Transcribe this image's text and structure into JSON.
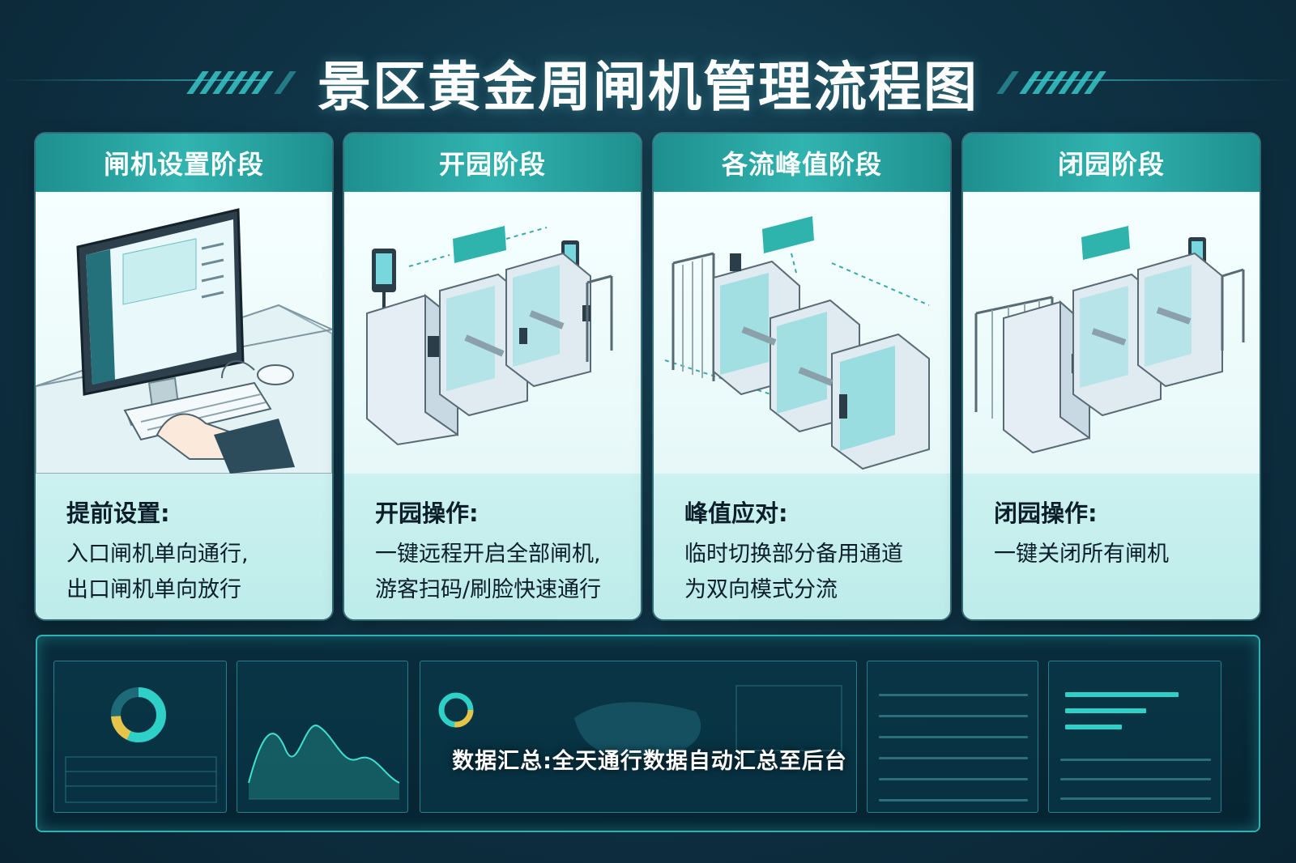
{
  "title": "景区黄金周闸机管理流程图",
  "stages": [
    {
      "header": "闸机设置阶段",
      "heading": "提前设置:",
      "lines": [
        "入口闸机单向通行,",
        "出口闸机单向放行"
      ]
    },
    {
      "header": "开园阶段",
      "heading": "开园操作:",
      "lines": [
        "一键远程开启全部闸机,",
        "游客扫码/刷脸快速通行"
      ]
    },
    {
      "header": "各流峰值阶段",
      "heading": "峰值应对:",
      "lines": [
        "临时切换部分备用通道",
        "为双向模式分流"
      ]
    },
    {
      "header": "闭园阶段",
      "heading": "闭园操作:",
      "lines": [
        "一键关闭所有闸机"
      ]
    }
  ],
  "dashboard": {
    "caption": "数据汇总:全天通行数据自动汇总至后台"
  },
  "colors": {
    "accent": "#31b4b0",
    "background": "#0f3446",
    "card": "#eefcfc"
  }
}
